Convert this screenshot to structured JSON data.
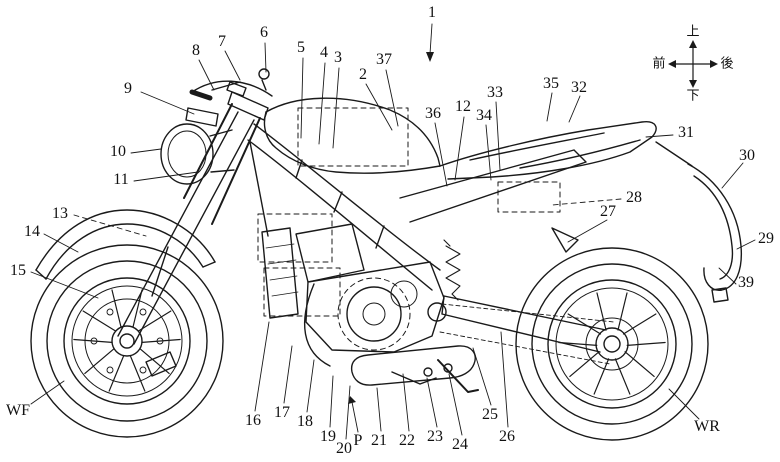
{
  "figure_labels": {
    "n1": "1",
    "n2": "2",
    "n3": "3",
    "n4": "4",
    "n5": "5",
    "n6": "6",
    "n7": "7",
    "n8": "8",
    "n9": "9",
    "n10": "10",
    "n11": "11",
    "n12": "12",
    "n13": "13",
    "n14": "14",
    "n15": "15",
    "n16": "16",
    "n17": "17",
    "n18": "18",
    "n19": "19",
    "n20": "20",
    "n21": "21",
    "n22": "22",
    "n23": "23",
    "n24": "24",
    "n25": "25",
    "n26": "26",
    "n27": "27",
    "n28": "28",
    "n29": "29",
    "n30": "30",
    "n31": "31",
    "n32": "32",
    "n33": "33",
    "n34": "34",
    "n35": "35",
    "n36": "36",
    "n37": "37",
    "n39": "39",
    "wf": "WF",
    "wr": "WR",
    "p": "P"
  },
  "compass": {
    "up": "上",
    "down": "下",
    "front": "前",
    "rear": "後"
  }
}
